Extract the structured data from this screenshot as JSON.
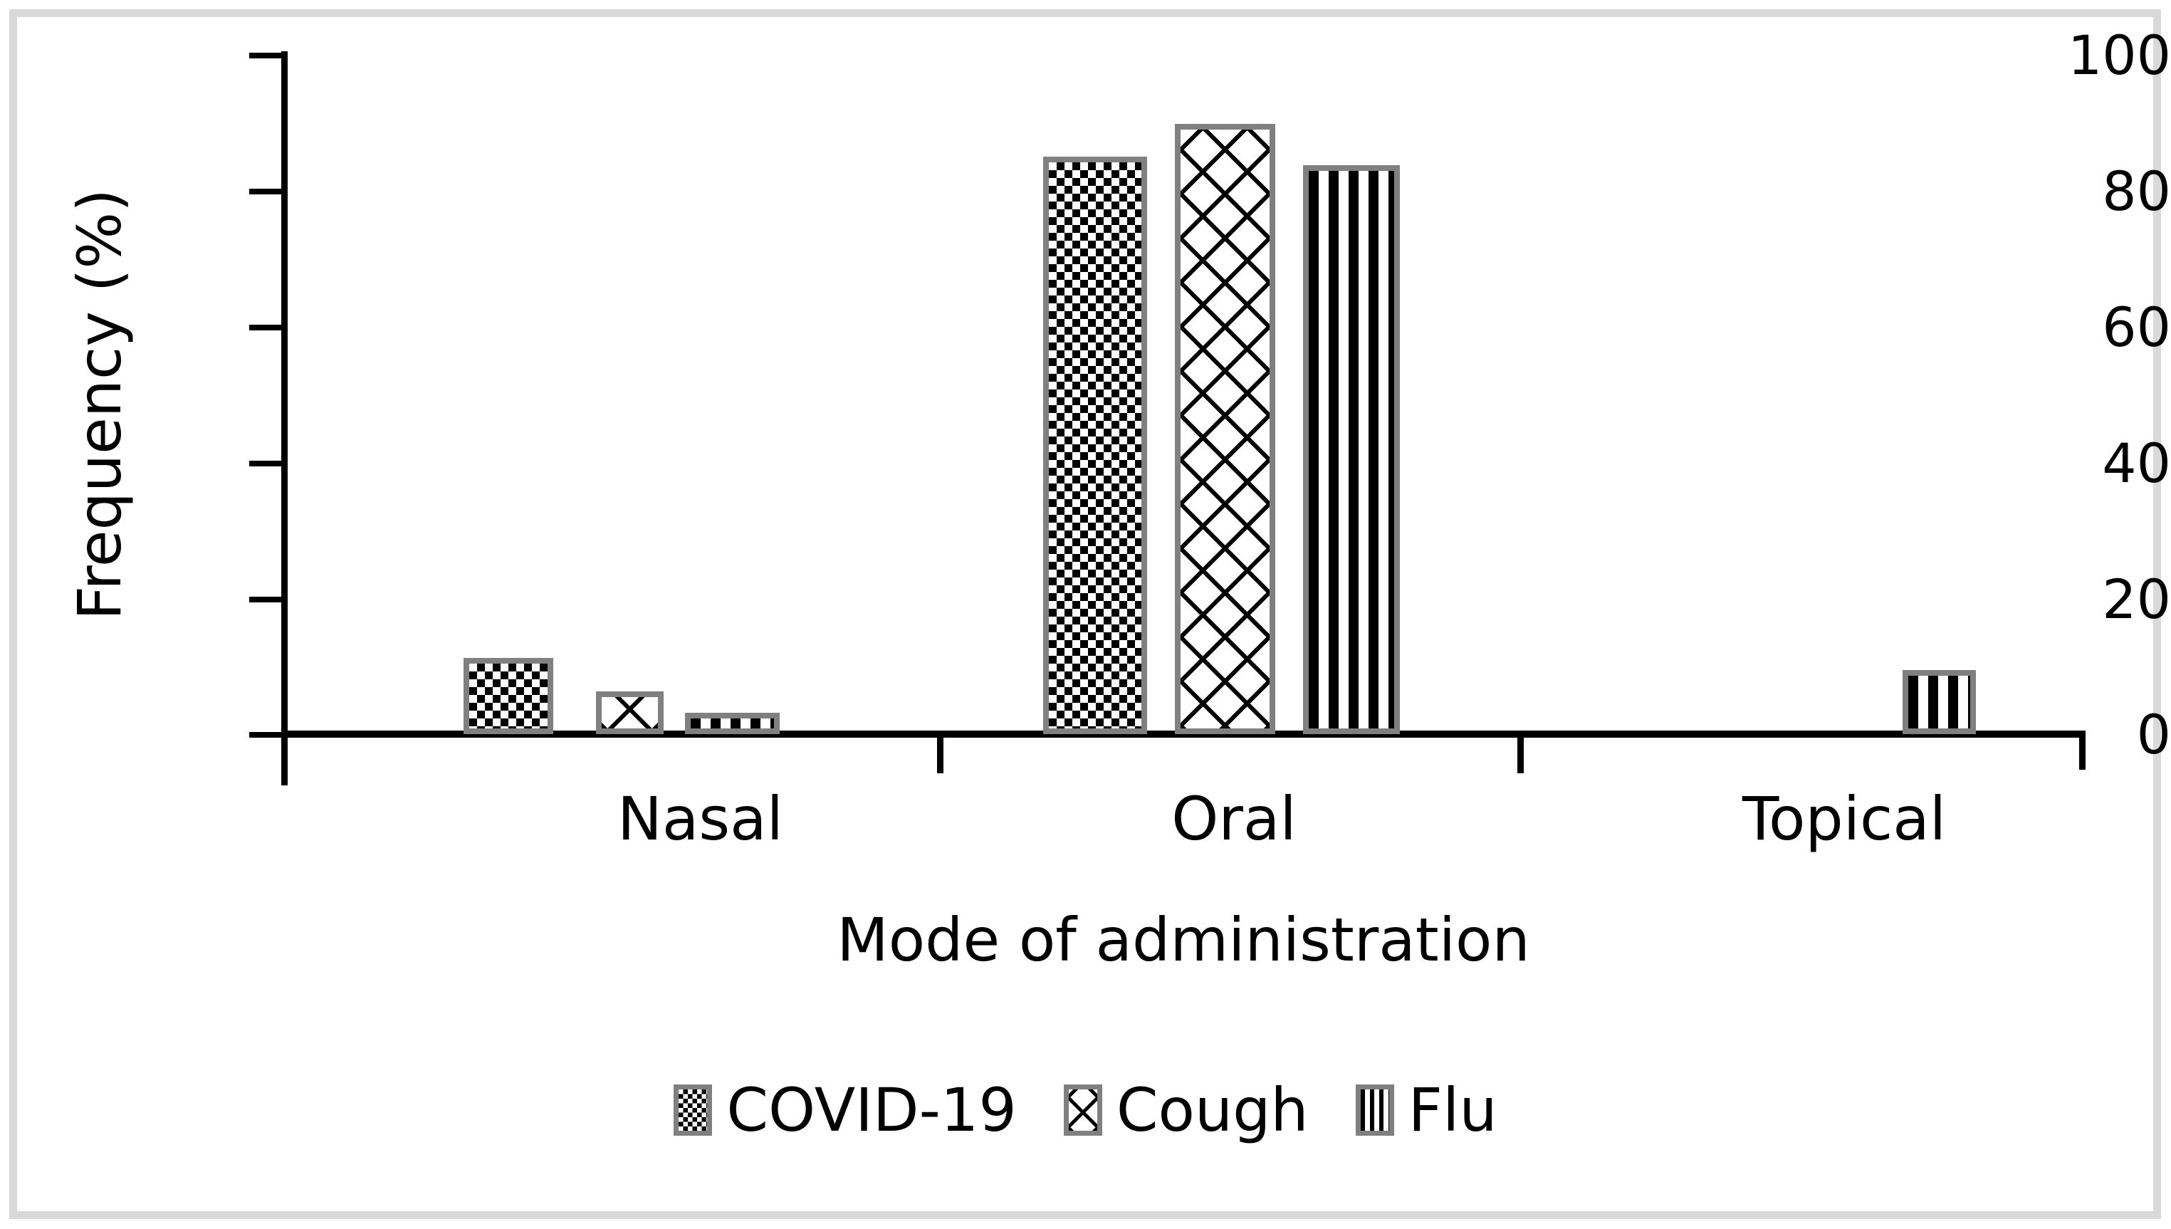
{
  "chart_data": {
    "type": "bar",
    "title": "",
    "subtitle": "",
    "xlabel": "Mode of administration",
    "ylabel": "Frequency (%)",
    "categories": [
      "Nasal",
      "Oral",
      "Topical"
    ],
    "series": [
      {
        "name": "COVID-19",
        "pattern": "checkerboard",
        "values": [
          11.5,
          88.5,
          0
        ]
      },
      {
        "name": "Cough",
        "pattern": "cross-hatch",
        "values": [
          6.6,
          94.0,
          0
        ]
      },
      {
        "name": "Flu",
        "pattern": "vertical-lines",
        "values": [
          3.3,
          86.9,
          9.9
        ]
      }
    ],
    "ylim": [
      0,
      100
    ],
    "yticks": [
      0,
      20,
      40,
      60,
      80,
      100
    ],
    "ytick_labels": [
      "0",
      "20",
      "40",
      "60",
      "80",
      "100"
    ],
    "grid": false,
    "legend_position": "bottom",
    "bar_border_color": "#808080",
    "bar_fill_color": "#ffffff",
    "axis_color": "#000000",
    "frame_color": "#d9d9d9",
    "background_color": "#ffffff"
  },
  "axis": {
    "y_title": "Frequency (%)",
    "x_title": "Mode of administration",
    "y_ticks": [
      {
        "label": "100",
        "value": 100
      },
      {
        "label": "80",
        "value": 80
      },
      {
        "label": "60",
        "value": 60
      },
      {
        "label": "40",
        "value": 40
      },
      {
        "label": "20",
        "value": 20
      },
      {
        "label": "0",
        "value": 0
      }
    ],
    "x_categories": [
      {
        "label": "Nasal"
      },
      {
        "label": "Oral"
      },
      {
        "label": "Topical"
      }
    ]
  },
  "legend": {
    "items": [
      {
        "label": "COVID-19",
        "pattern": "checkerboard"
      },
      {
        "label": "Cough",
        "pattern": "cross-hatch"
      },
      {
        "label": "Flu",
        "pattern": "vertical-lines"
      }
    ]
  }
}
